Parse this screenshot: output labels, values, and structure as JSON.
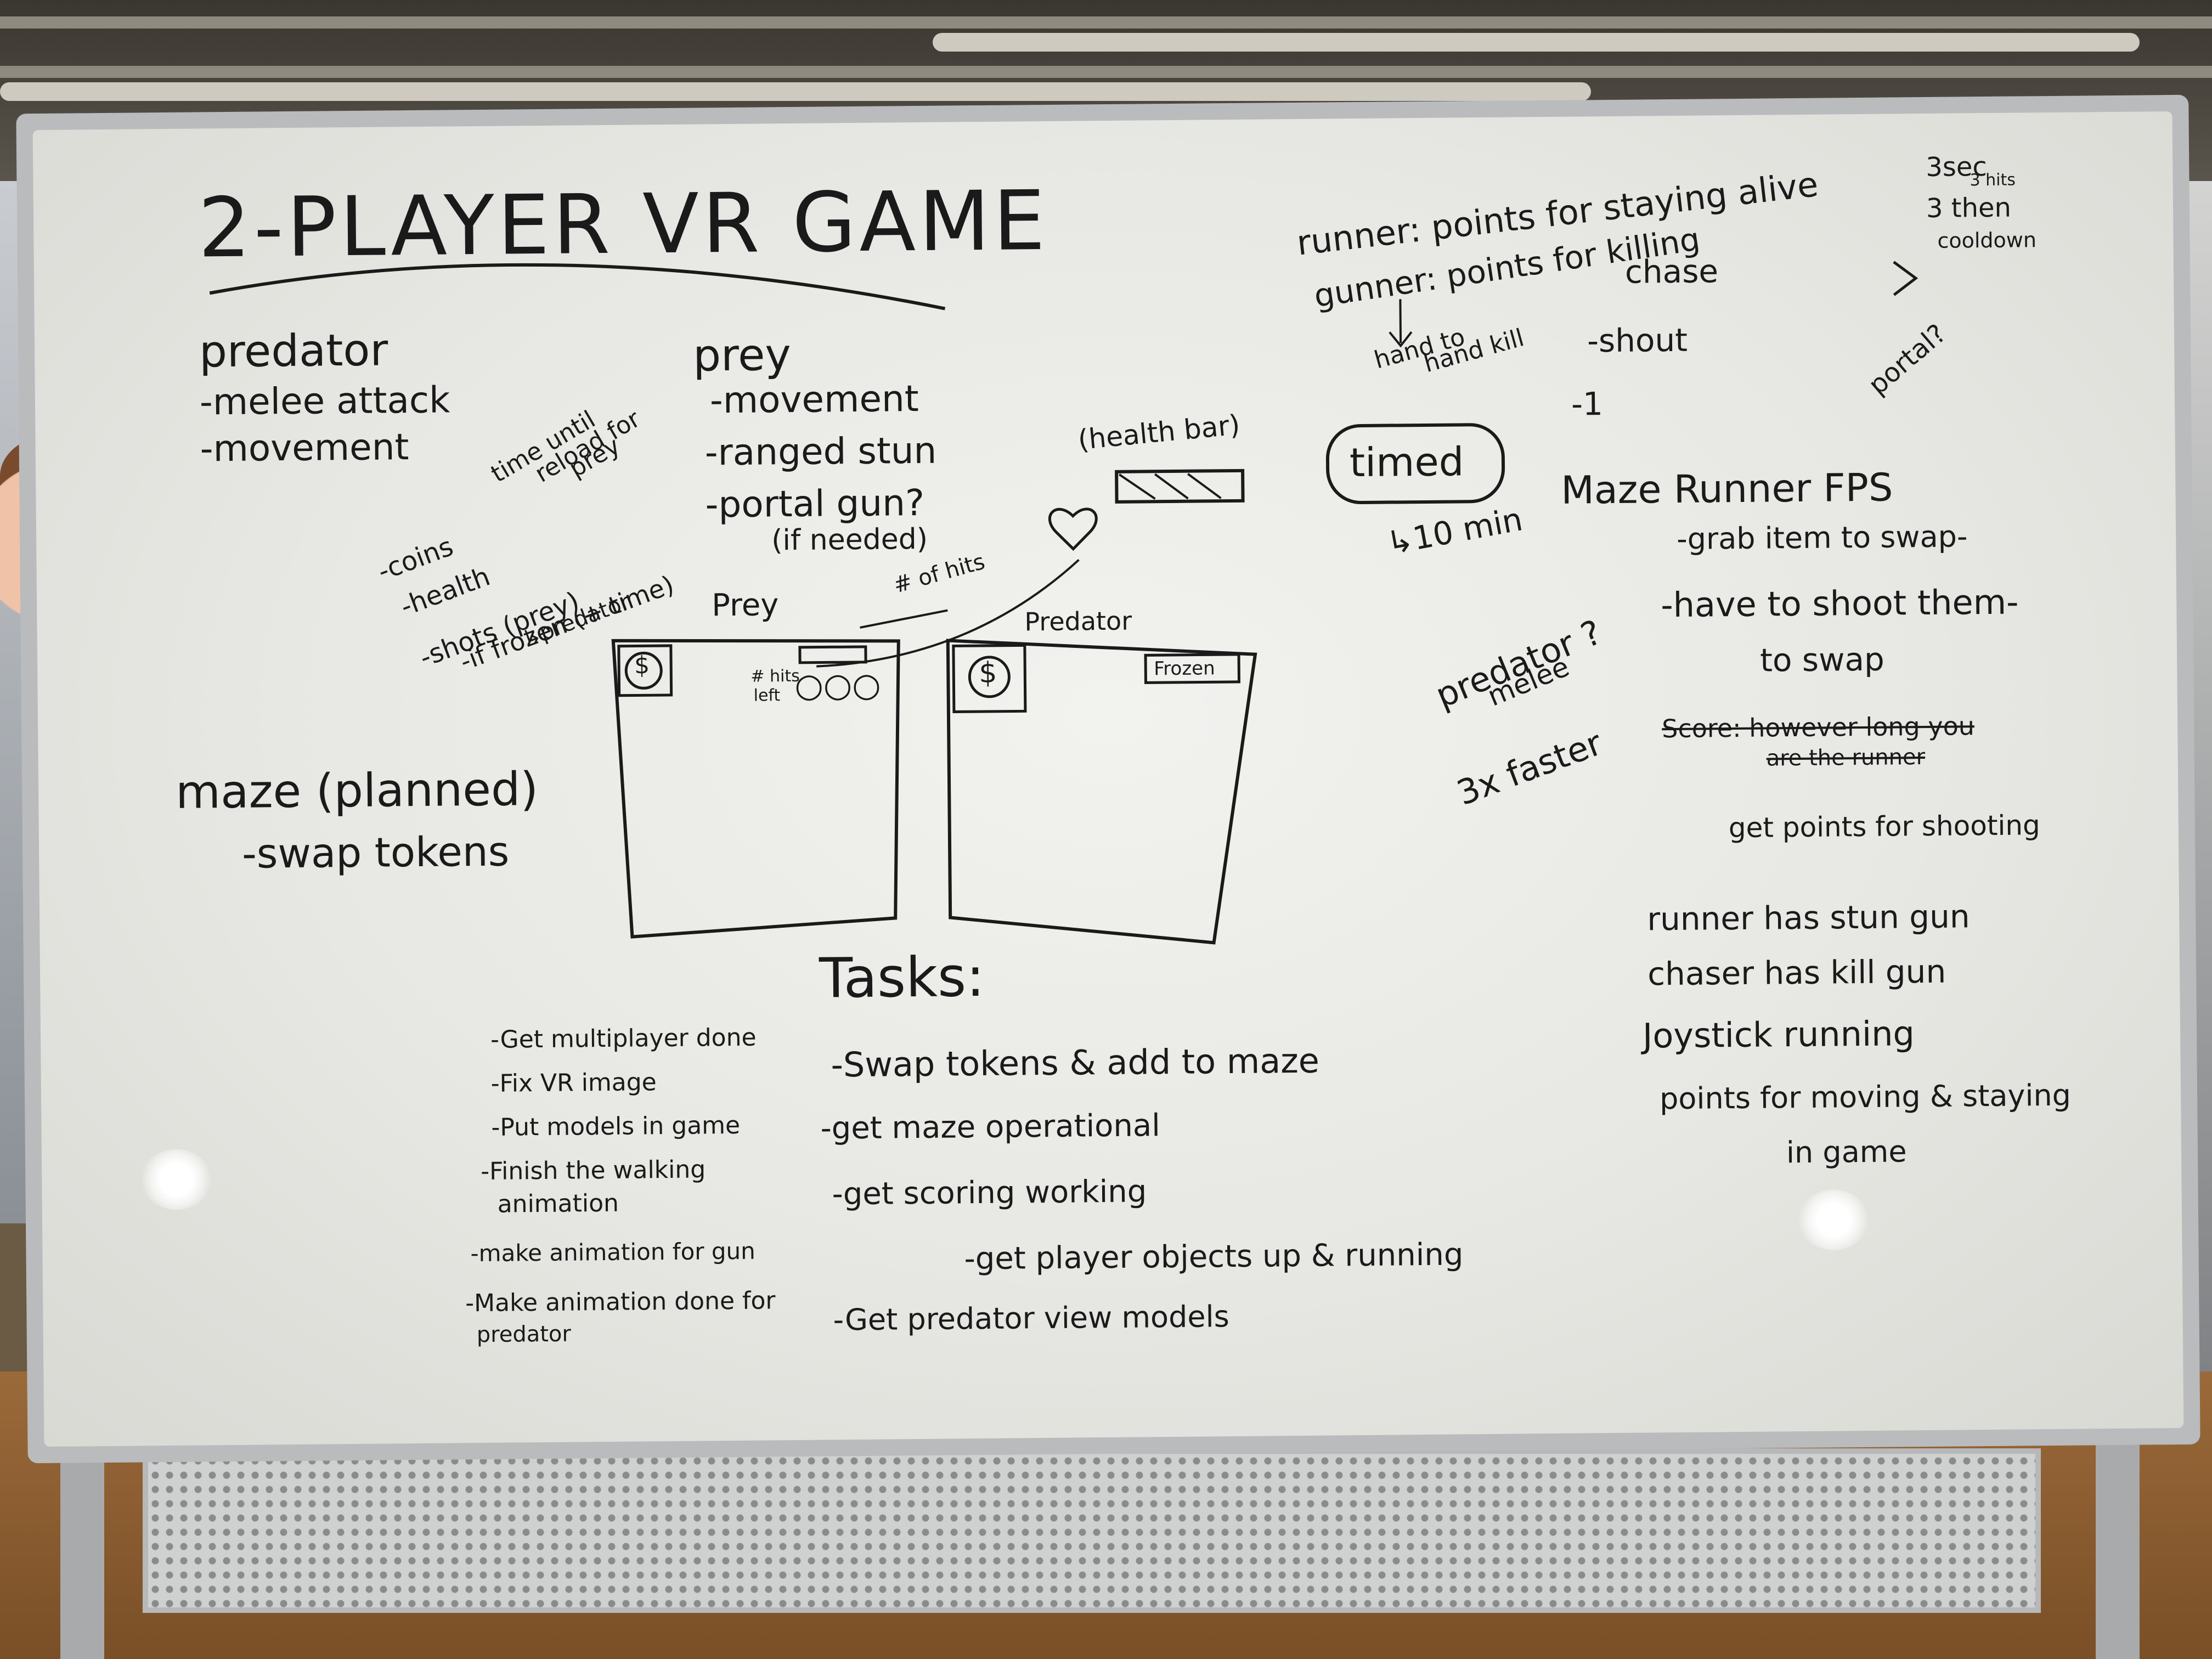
{
  "colors": {
    "ink": "#1a1a1a",
    "board": "#ececea",
    "frame": "#b9bbbd"
  },
  "board": {
    "title": "2-PLAYER VR GAME",
    "predator": {
      "heading": "predator",
      "items": [
        "-melee attack",
        "-movement"
      ]
    },
    "prey": {
      "heading": "prey",
      "items": [
        "-movement",
        "-ranged stun",
        "-portal gun?",
        "(if needed)"
      ]
    },
    "reload_note": [
      "time until",
      "reload for",
      "prey"
    ],
    "hud_list": [
      "-coins",
      "-health",
      "-shots (prey)",
      "-if frozen (+ time)",
      "↳predator"
    ],
    "health_bar_label": "(health bar)",
    "heart_icon": "heart-icon",
    "hits_note": "# of hits",
    "prey_screen": {
      "label": "Prey",
      "hits_left": [
        "# hits",
        "left"
      ],
      "dots": "○○○",
      "coin": "$"
    },
    "predator_screen": {
      "label": "Predator",
      "badge": "Frozen",
      "coin": "$"
    },
    "maze": {
      "heading": "maze (planned)",
      "item": "-swap tokens"
    },
    "right_notes": {
      "runner": "runner: points for staying alive",
      "gunner": "gunner: points for killing",
      "cooldown": [
        "3sec",
        "3 hits",
        "3 then",
        "cooldown"
      ],
      "chase": "chase",
      "hand": [
        "hand to",
        "hand kill"
      ],
      "shout": "-shout",
      "dash1": "-1",
      "portal": "portal?",
      "timed": "timed",
      "ten_min": "↳10 min",
      "maze_runner": "Maze Runner FPS",
      "grab": "-grab item to swap-",
      "shoot": "-have to shoot them-",
      "to_swap": "to swap",
      "predator_q": [
        "predator ?",
        "melee"
      ],
      "faster": "3x faster",
      "score_struck": [
        "Score: however long you",
        "are the runner"
      ],
      "points_shooting": "get points for shooting",
      "runner_gun": "runner has stun gun",
      "chaser_gun": "chaser has kill gun",
      "joystick": "Joystick running",
      "points_moving": [
        "points for moving & staying",
        "in game"
      ]
    },
    "tasks": {
      "heading": "Tasks:",
      "left": [
        "-Get multiplayer done",
        "-Fix VR image",
        "-Put models in game",
        "-Finish the walking",
        "animation",
        "-make animation for gun",
        "-Make animation done for",
        "predator"
      ],
      "right": [
        "-Swap tokens & add to maze",
        "-get maze operational",
        "-get scoring working",
        "-get player objects up & running",
        "-Get predator view models"
      ]
    }
  }
}
